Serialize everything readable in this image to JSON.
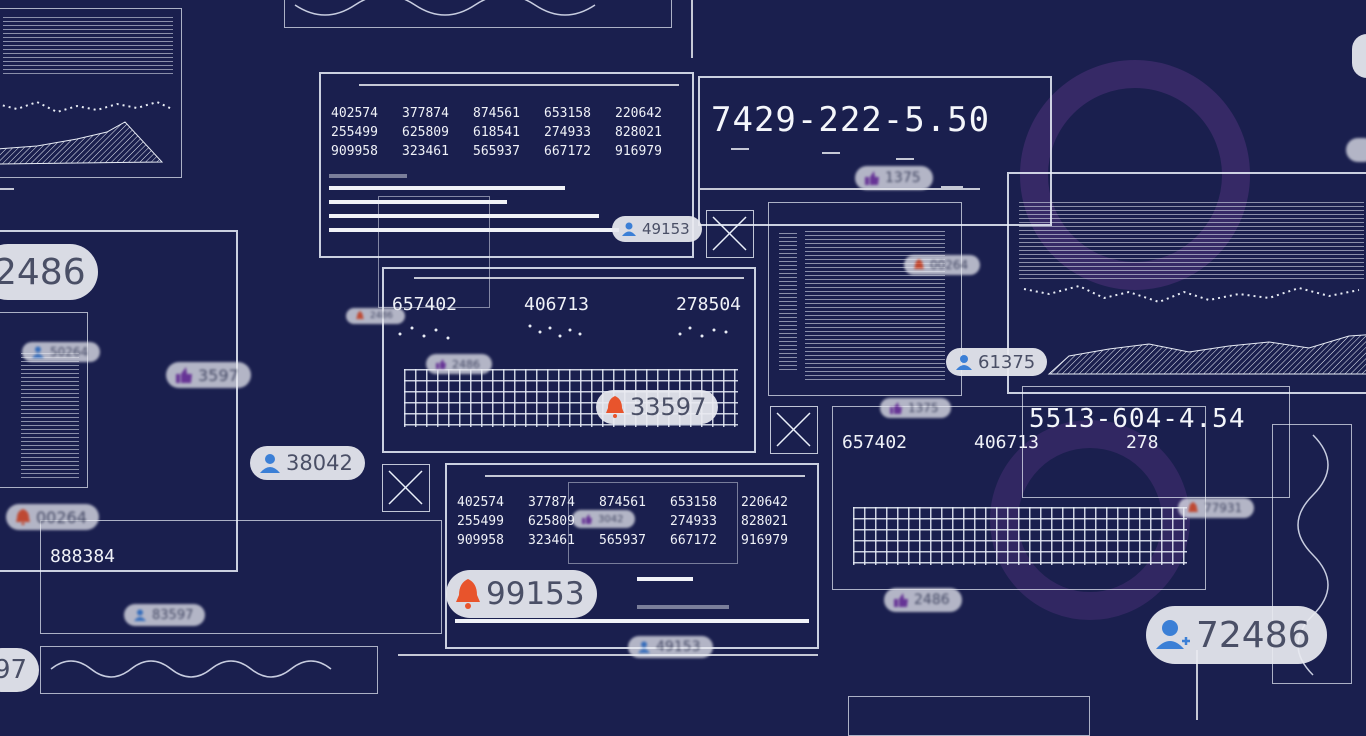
{
  "colors": {
    "background": "#1a1f4e",
    "line": "#ebf0fa",
    "pill_bg": "#e8eaf0",
    "bell": "#e8542c",
    "thumb": "#7a3aa8",
    "user": "#3b7fd6"
  },
  "panels": {
    "table_top": {
      "rows": [
        [
          "402574",
          "377874",
          "874561",
          "653158",
          "220642"
        ],
        [
          "255499",
          "625809",
          "618541",
          "274933",
          "828021"
        ],
        [
          "909958",
          "323461",
          "565937",
          "667172",
          "916979"
        ]
      ]
    },
    "table_bottom": {
      "rows": [
        [
          "402574",
          "377874",
          "874561",
          "653158",
          "220642"
        ],
        [
          "255499",
          "625809",
          "",
          "274933",
          "828021"
        ],
        [
          "909958",
          "323461",
          "565937",
          "667172",
          "916979"
        ]
      ]
    },
    "phone_id_top": "7429-222-5.50",
    "phone_id_right": "5513-604-4.54",
    "scatter_center": [
      "657402",
      "406713",
      "278504"
    ],
    "scatter_right": [
      "657402",
      "406713",
      "278"
    ],
    "left_value": "888384"
  },
  "badges": [
    {
      "id": "b1",
      "icon": "user-icon",
      "value": "49153"
    },
    {
      "id": "b2",
      "icon": "thumb-icon",
      "value": "1375"
    },
    {
      "id": "b3",
      "icon": "bell-icon",
      "value": "00264"
    },
    {
      "id": "b4",
      "icon": "thumb-icon",
      "value": "3597"
    },
    {
      "id": "b5",
      "icon": "user-icon",
      "value": "50264"
    },
    {
      "id": "b6",
      "icon": "user-icon",
      "value": "38042"
    },
    {
      "id": "b7",
      "icon": "bell-icon",
      "value": "00264"
    },
    {
      "id": "b8",
      "icon": "bell-icon",
      "value": "33597"
    },
    {
      "id": "b9",
      "icon": "user-icon",
      "value": "61375"
    },
    {
      "id": "b10",
      "icon": "thumb-icon",
      "value": "1375"
    },
    {
      "id": "b11",
      "icon": "bell-icon",
      "value": "99153"
    },
    {
      "id": "b12",
      "icon": "user-icon",
      "value": "83597"
    },
    {
      "id": "b13",
      "icon": "user-icon",
      "value": "49153"
    },
    {
      "id": "b14",
      "icon": "thumb-icon",
      "value": "2486"
    },
    {
      "id": "b15",
      "icon": "bell-icon",
      "value": "77931"
    },
    {
      "id": "b16",
      "icon": "user-icon",
      "value": "72486"
    },
    {
      "id": "b17",
      "icon": "thumb-icon",
      "value": "2486"
    },
    {
      "id": "b18",
      "icon": "",
      "value": "2486"
    },
    {
      "id": "b19",
      "icon": "",
      "value": "97"
    },
    {
      "id": "b20",
      "icon": "thumb-icon",
      "value": "3042"
    },
    {
      "id": "b21",
      "icon": "bell-icon",
      "value": "2486"
    }
  ]
}
